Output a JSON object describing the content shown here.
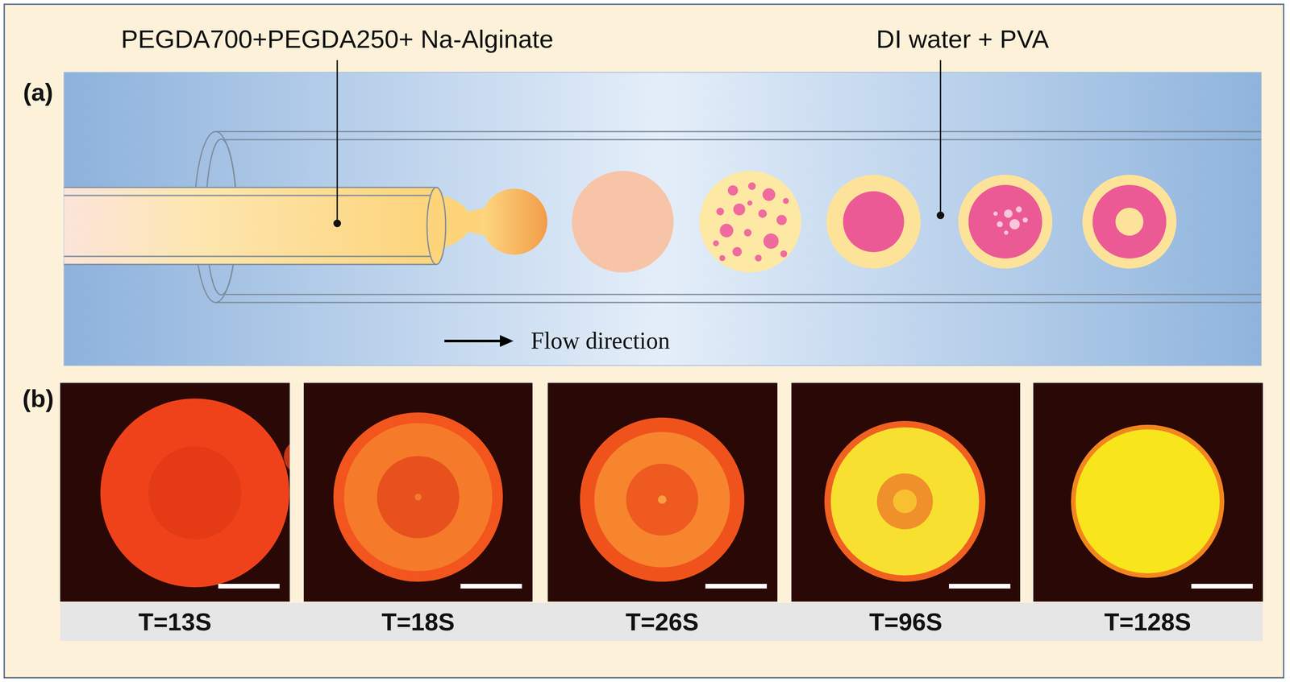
{
  "diagram": {
    "nodes": [
      {
        "text": [
          "T=13S",
          "T=18S",
          "T=26S",
          "T=96S",
          "T=128S"
        ]
      }
    ],
    "labels": [
      "PEGDA700+PEGDA250+ Na-Alginate",
      "DI water + PVA",
      "(a)",
      "Flow direction",
      "(b)"
    ]
  }
}
